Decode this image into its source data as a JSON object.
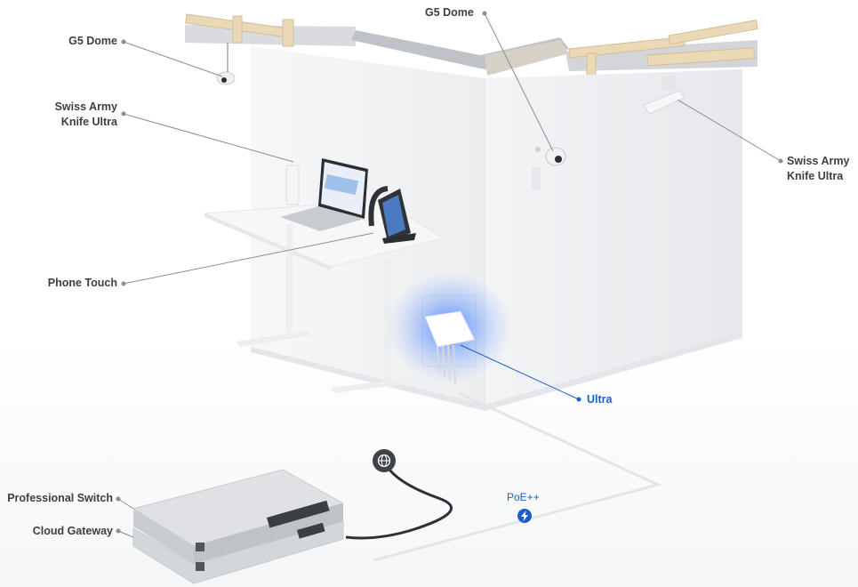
{
  "labels": {
    "g5_dome_left": "G5 Dome",
    "g5_dome_top": "G5 Dome",
    "swiss_left_line1": "Swiss Army",
    "swiss_left_line2": "Knife Ultra",
    "swiss_right_line1": "Swiss Army",
    "swiss_right_line2": "Knife Ultra",
    "phone_touch": "Phone Touch",
    "ultra": "Ultra",
    "poe": "PoE++",
    "professional_switch": "Professional Switch",
    "cloud_gateway": "Cloud Gateway"
  },
  "icons": {
    "internet": "globe-icon",
    "power": "lightning-bolt-icon"
  },
  "colors": {
    "label_text": "#3d3f44",
    "accent_blue": "#1a5fc9",
    "glow_blue": "#3d7bff",
    "leader_line": "#8a8d93",
    "wood": "#ead8b6",
    "wall": "#f1f2f4"
  }
}
